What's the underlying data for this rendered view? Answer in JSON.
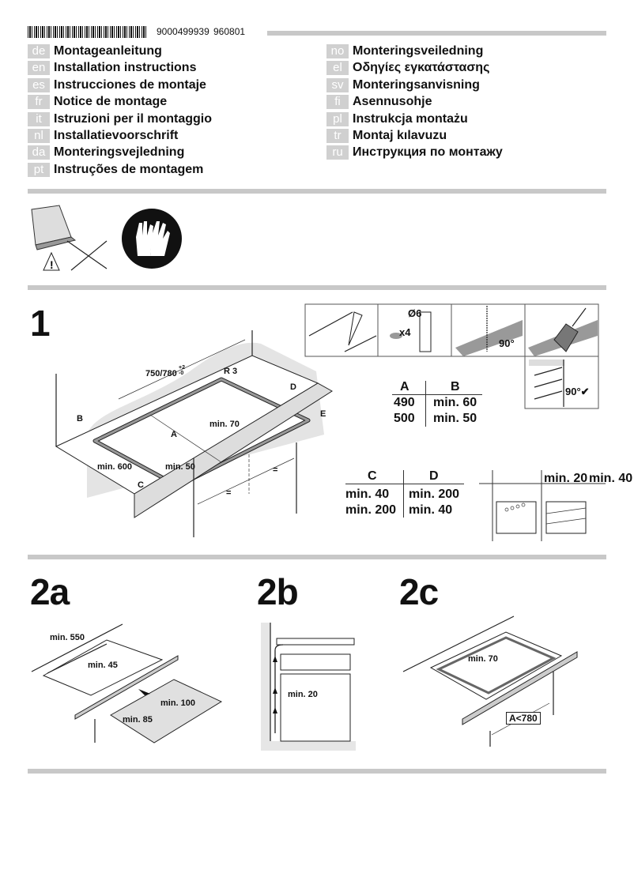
{
  "header": {
    "barcode_number": "9000499939",
    "code": "960801"
  },
  "languages_left": [
    {
      "code": "de",
      "title": "Montageanleitung"
    },
    {
      "code": "en",
      "title": "Installation instructions"
    },
    {
      "code": "es",
      "title": "Instrucciones de montaje"
    },
    {
      "code": "fr",
      "title": "Notice de montage"
    },
    {
      "code": "it",
      "title": "Istruzioni per il montaggio"
    },
    {
      "code": "nl",
      "title": "Installatievoorschrift"
    },
    {
      "code": "da",
      "title": "Monteringsvejledning"
    },
    {
      "code": "pt",
      "title": "Instruções de montagem"
    }
  ],
  "languages_right": [
    {
      "code": "no",
      "title": "Monteringsveiledning"
    },
    {
      "code": "el",
      "title": "Οδηγίες εγκατάστασης"
    },
    {
      "code": "sv",
      "title": "Monteringsanvisning"
    },
    {
      "code": "fi",
      "title": "Asennusohje"
    },
    {
      "code": "pl",
      "title": "Instrukcja montażu"
    },
    {
      "code": "tr",
      "title": "Montaj kılavuzu"
    },
    {
      "code": "ru",
      "title": "Инструкция по монтажу"
    }
  ],
  "icons": [
    "warning-glass-edge-icon",
    "gloves-icon"
  ],
  "step1": {
    "number": "1",
    "labels": {
      "width": "750/780",
      "tol": "+2 -0",
      "radius": "R 3",
      "a": "A",
      "b": "B",
      "c": "C",
      "d": "D",
      "e": "E",
      "min70": "min. 70",
      "min600": "min. 600",
      "min50": "min. 50",
      "eq": "="
    },
    "tools": {
      "drill": "Ø6",
      "count": "x4",
      "angle": "90°",
      "check": "90°"
    },
    "table_ab": {
      "headers": [
        "A",
        "B"
      ],
      "rows": [
        [
          "490",
          "min. 60"
        ],
        [
          "500",
          "min. 50"
        ]
      ]
    },
    "table_cd": {
      "headers": [
        "C",
        "D"
      ],
      "rows": [
        [
          "min. 40",
          "min. 200"
        ],
        [
          "min. 200",
          "min. 40"
        ]
      ]
    },
    "table_e": {
      "headers": [
        "min. 20",
        "min. 40"
      ]
    }
  },
  "step2a": {
    "number": "2a",
    "labels": [
      "min. 550",
      "min. 45",
      "min. 100",
      "min. 85"
    ]
  },
  "step2b": {
    "number": "2b",
    "labels": [
      "min. 20"
    ]
  },
  "step2c": {
    "number": "2c",
    "labels": [
      "min. 70",
      "A<780"
    ]
  }
}
